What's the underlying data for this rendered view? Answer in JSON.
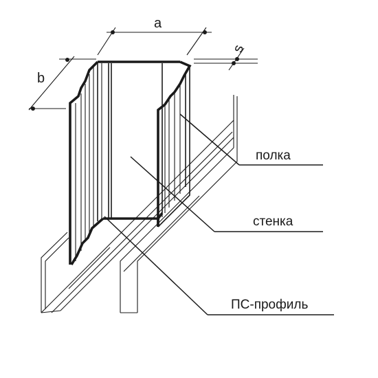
{
  "dimensions": {
    "a": "a",
    "b": "b",
    "s": "s"
  },
  "callouts": {
    "flange": "полка",
    "web": "стенка",
    "profile": "ПС-профиль"
  },
  "colors": {
    "line": "#1a1a1a",
    "background": "#ffffff"
  }
}
